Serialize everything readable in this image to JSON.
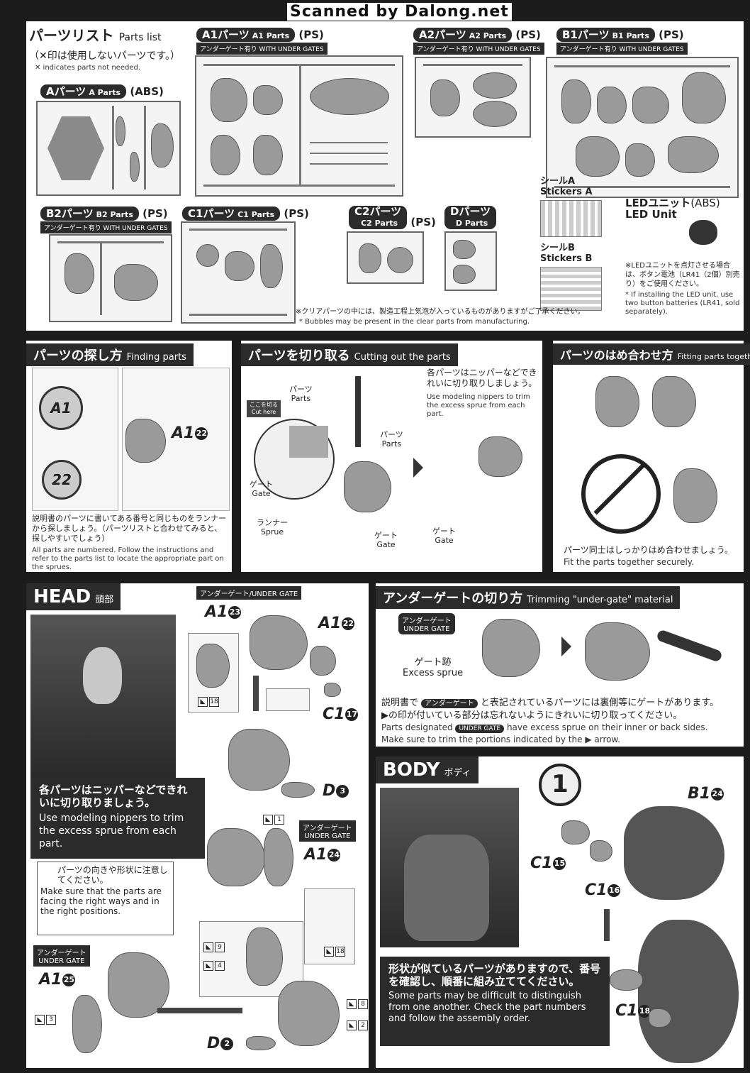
{
  "watermark": "Scanned by Dalong.net",
  "parts_list": {
    "title": "パーツリスト",
    "title_en": "Parts list",
    "note_ja": "（✕印は使用しないパーツです。）",
    "note_en": "✕ indicates parts not needed.",
    "a": {
      "title": "Aパーツ",
      "title_en": "A Parts",
      "material": "(ABS)"
    },
    "a1": {
      "title": "A1パーツ",
      "title_en": "A1 Parts",
      "material": "(PS)",
      "gate": "アンダーゲート有り WITH UNDER GATES"
    },
    "a2": {
      "title": "A2パーツ",
      "title_en": "A2 Parts",
      "material": "(PS)",
      "gate": "アンダーゲート有り WITH UNDER GATES"
    },
    "b1": {
      "title": "B1パーツ",
      "title_en": "B1 Parts",
      "material": "(PS)",
      "gate": "アンダーゲート有り WITH UNDER GATES"
    },
    "b2": {
      "title": "B2パーツ",
      "title_en": "B2 Parts",
      "material": "(PS)",
      "gate": "アンダーゲート有り WITH UNDER GATES"
    },
    "c1": {
      "title": "C1パーツ",
      "title_en": "C1 Parts",
      "material": "(PS)"
    },
    "c2": {
      "title": "C2パーツ",
      "title_en": "C2 Parts",
      "material": "(PS)"
    },
    "d": {
      "title": "Dパーツ",
      "title_en": "D Parts"
    },
    "sticker_a": {
      "ja": "シールA",
      "en": "Stickers A"
    },
    "sticker_b": {
      "ja": "シールB",
      "en": "Stickers B"
    },
    "led": {
      "ja": "LEDユニット",
      "en": "LED Unit",
      "material": "(ABS)"
    },
    "led_note_ja": "※LEDユニットを点灯させる場合は、ボタン電池（LR41（2個）別売り）をご使用ください。",
    "led_note_en": "* If installing the LED unit, use two button batteries (LR41, sold separately).",
    "clear_note_ja": "※クリアパーツの中には、製造工程上気泡が入っているものがありますがご了承ください。",
    "clear_note_en": "* Bubbles may be present in the clear parts from manufacturing."
  },
  "finding": {
    "title": "パーツの探し方",
    "title_en": "Finding parts",
    "label1": "A1",
    "label2": "22",
    "ref_letter": "A1",
    "ref_num": "22",
    "text_ja": "説明書のパーツに書いてある番号と同じものをランナーから探しましょう。（パーツリストと合わせてみると、探しやすいでしょう）",
    "text_en": "All parts are numbered. Follow the instructions and refer to the parts list to locate the appropriate part on the sprues."
  },
  "cutting": {
    "title": "パーツを切り取る",
    "title_en": "Cutting out the parts",
    "cut_here_ja": "ここを切る",
    "cut_here_en": "Cut here",
    "parts_ja": "パーツ",
    "parts_en": "Parts",
    "gate_ja": "ゲート",
    "gate_en": "Gate",
    "runner_ja": "ランナー",
    "runner_en": "Sprue",
    "text_ja": "各パーツはニッパーなどできれいに切り取りしましょう。",
    "text_en": "Use modeling nippers to trim the excess sprue from each part."
  },
  "fitting": {
    "title": "パーツのはめ合わせ方",
    "title_en": "Fitting parts together",
    "text_ja": "パーツ同士はしっかりはめ合わせましょう。",
    "text_en": "Fit the parts together securely."
  },
  "head": {
    "title": "HEAD",
    "title_ja": "頭部",
    "under_gate": "アンダーゲート/UNDER GATE",
    "ug_ja": "アンダーゲート",
    "ug_en": "UNDER GATE",
    "refs": [
      {
        "l": "A1",
        "n": "23"
      },
      {
        "l": "A1",
        "n": "22"
      },
      {
        "l": "C1",
        "n": "17"
      },
      {
        "l": "D",
        "n": "3"
      },
      {
        "l": "A1",
        "n": "24"
      },
      {
        "l": "A1",
        "n": "25"
      },
      {
        "l": "D",
        "n": "2"
      }
    ],
    "stickers": [
      "18",
      "1",
      "18",
      "9",
      "4",
      "3",
      "8",
      "2"
    ],
    "note_ja": "各パーツはニッパーなどできれいに切り取りましょう。",
    "note_en": "Use modeling nippers to trim the excess sprue from each part.",
    "orient_ja": "パーツの向きや形状に注意してください。",
    "orient_en": "Make sure that the parts are facing the right ways and in the right positions."
  },
  "trimming": {
    "title": "アンダーゲートの切り方",
    "title_en": "Trimming \"under-gate\" material",
    "ug_ja": "アンダーゲート",
    "ug_en": "UNDER GATE",
    "excess_ja": "ゲート跡",
    "excess_en": "Excess sprue",
    "text_ja_1": "説明書で",
    "text_ja_pill": "アンダーゲート",
    "text_ja_2": "と表記されているパーツには裏側等にゲートがあります。",
    "text_ja_3": "▶の印が付いている部分は忘れないようにきれいに切り取ってください。",
    "text_en_1": "Parts designated",
    "text_en_pill": "UNDER GATE",
    "text_en_2": "have excess sprue on their inner or back sides.",
    "text_en_3": "Make sure to trim the portions indicated by the ▶ arrow."
  },
  "body": {
    "title": "BODY",
    "title_ja": "ボディ",
    "step": "1",
    "refs": [
      {
        "l": "B1",
        "n": "24"
      },
      {
        "l": "C1",
        "n": "15"
      },
      {
        "l": "C1",
        "n": "16"
      },
      {
        "l": "C1",
        "n": "18"
      }
    ],
    "note_ja": "形状が似ているパーツがありますので、番号を確認し、順番に組み立ててください。",
    "note_en": "Some parts may be difficult to distinguish from one another. Check the part numbers and follow the assembly order."
  }
}
